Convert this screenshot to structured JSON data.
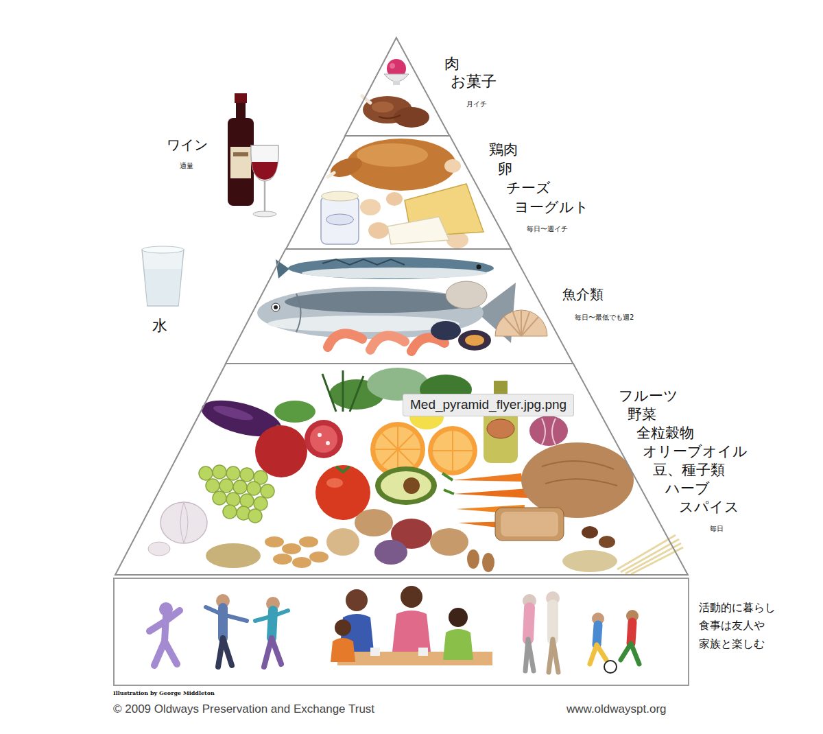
{
  "diagram": {
    "nodes": [
      {
        "text": [
          "肉",
          "お菓子",
          "月イチ"
        ]
      },
      {
        "text": [
          "鶏肉",
          "卵",
          "チーズ",
          "ヨーグルト",
          "毎日〜週イチ"
        ]
      },
      {
        "text": [
          "魚介類",
          "毎日〜最低でも週2"
        ]
      },
      {
        "text": [
          "フルーツ",
          "野菜",
          "全粒穀物",
          "オリーブオイル",
          "豆、種子類",
          "ハーブ",
          "スパイス",
          "毎日"
        ]
      },
      {
        "text": [
          "活動的に暮らし 食事は友人や 家族と楽しむ"
        ]
      }
    ],
    "labels": [
      "ワイン",
      "適量",
      "水",
      "Med_pyramid_flyer.jpg.png",
      "Illustration by George Middleton",
      "© 2009 Oldways Preservation and Exchange Trust",
      "www.oldwayspt.org"
    ]
  }
}
